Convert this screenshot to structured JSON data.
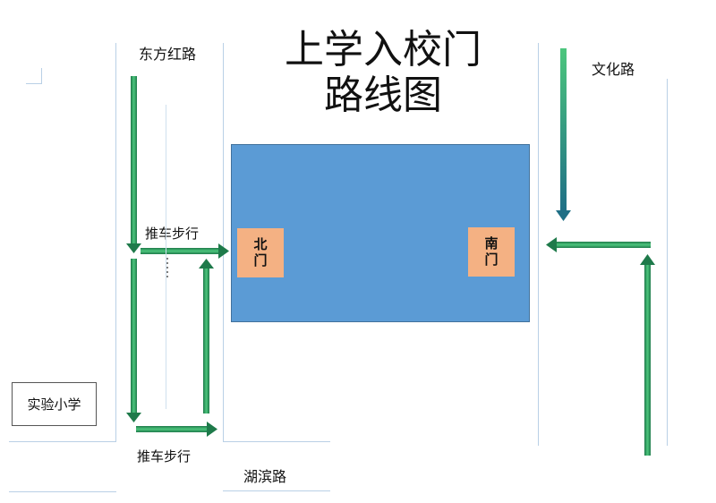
{
  "title": {
    "line1": "上学入校门",
    "line2": "路线图"
  },
  "roads": {
    "dongfanghong": "东方红路",
    "wenhua": "文化路",
    "hubin": "湖滨路"
  },
  "labels": {
    "walk_top": "推车步行",
    "walk_bottom": "推车步行"
  },
  "gates": {
    "north": [
      "北",
      "门"
    ],
    "south": [
      "南",
      "门"
    ]
  },
  "school": {
    "name": "实验小学"
  },
  "colors": {
    "road_line": "#b9d0e6",
    "building": "#5b9bd5",
    "gate": "#f4b183",
    "arrow_light": "#4cc67d",
    "arrow_dark": "#1e7a4a",
    "arrow_teal": "#1f6f86"
  }
}
